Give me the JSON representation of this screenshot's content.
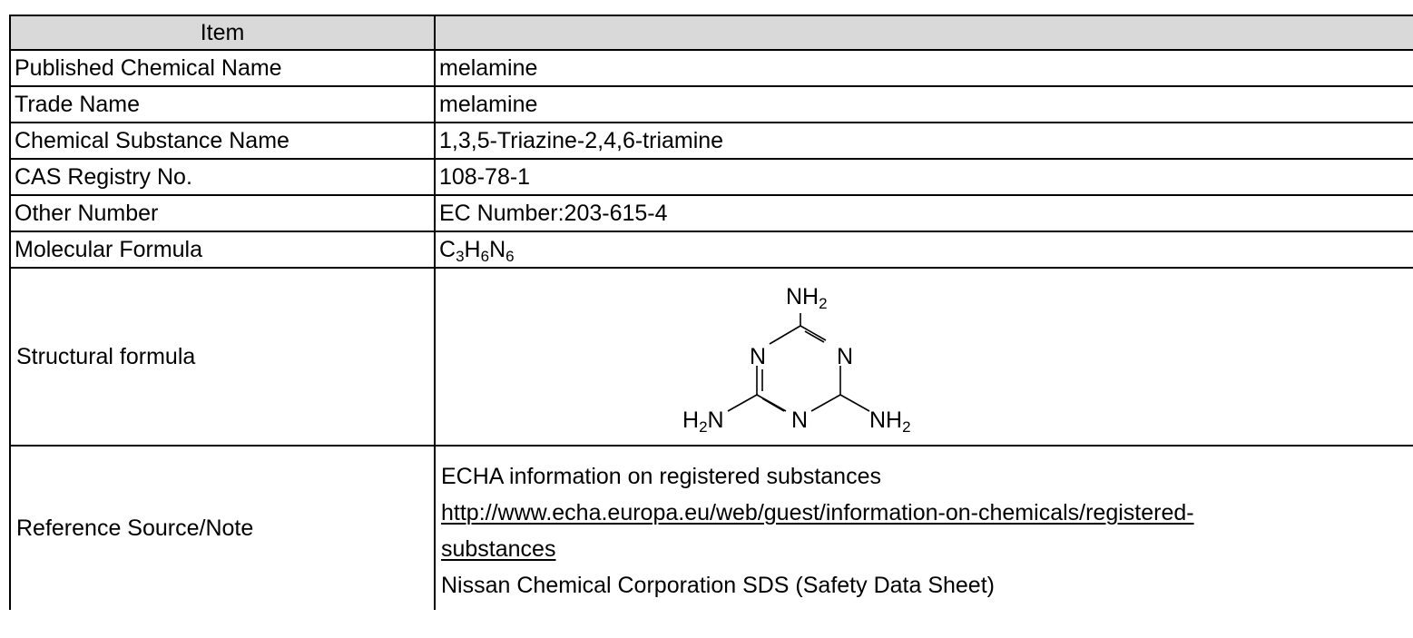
{
  "header": {
    "item_label": "Item",
    "value_label": ""
  },
  "rows": [
    {
      "label": "Published Chemical Name",
      "value": "melamine"
    },
    {
      "label": "Trade Name",
      "value": "melamine"
    },
    {
      "label": "Chemical Substance Name",
      "value": "1,3,5-Triazine-2,4,6-triamine"
    },
    {
      "label": "CAS Registry No.",
      "value": "108-78-1"
    },
    {
      "label": "Other Number",
      "value": "EC Number:203-615-4"
    }
  ],
  "formula": {
    "label": "Molecular Formula",
    "c": "C",
    "c_count": "3",
    "h": "H",
    "h_count": "6",
    "n": "N",
    "n_count": "6"
  },
  "structure": {
    "label": "Structural formula",
    "top_group": "NH",
    "left_group": "H",
    "left_group_n": "N",
    "right_group": "NH",
    "subscript": "2",
    "ring_atom": "N"
  },
  "reference": {
    "label": "Reference Source/Note",
    "line1": "ECHA information on registered substances",
    "link_part1": "http://www.echa.europa.eu/web/guest/information-on-chemicals/registered-",
    "link_part2": "substances",
    "line3": "Nissan Chemical Corporation SDS (Safety Data Sheet)"
  }
}
